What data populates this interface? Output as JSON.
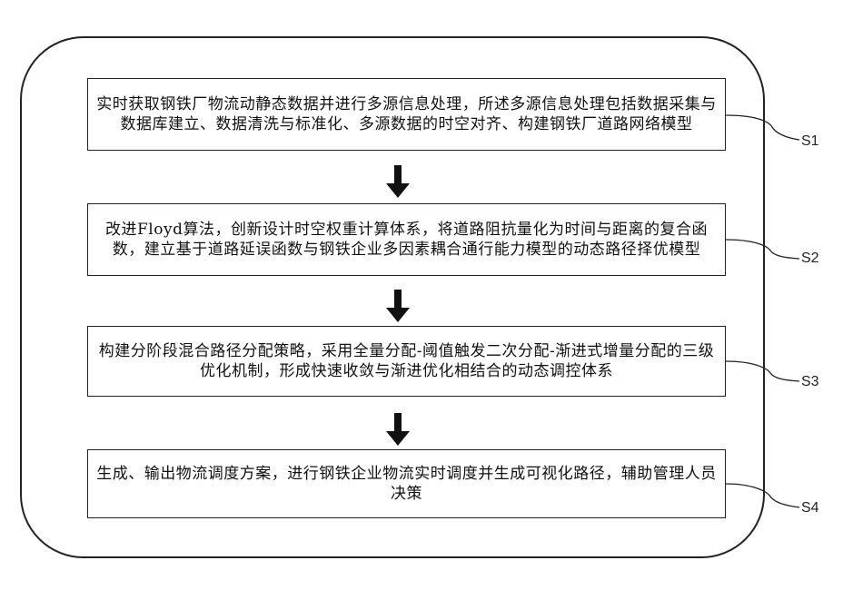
{
  "steps": [
    {
      "label": "S1",
      "text": "实时获取钢铁厂物流动静态数据并进行多源信息处理，所述多源信息处理包括数据采集与数据库建立、数据清洗与标准化、多源数据的时空对齐、构建钢铁厂道路网络模型"
    },
    {
      "label": "S2",
      "text": "改进Floyd算法，创新设计时空权重计算体系，将道路阻抗量化为时间与距离的复合函数，建立基于道路延误函数与钢铁企业多因素耦合通行能力模型的动态路径择优模型"
    },
    {
      "label": "S3",
      "text": "构建分阶段混合路径分配策略，采用全量分配-阈值触发二次分配-渐进式增量分配的三级优化机制，形成快速收敛与渐进优化相结合的动态调控体系"
    },
    {
      "label": "S4",
      "text": "生成、输出物流调度方案，进行钢铁企业物流实时调度并生成可视化路径，辅助管理人员决策"
    }
  ]
}
